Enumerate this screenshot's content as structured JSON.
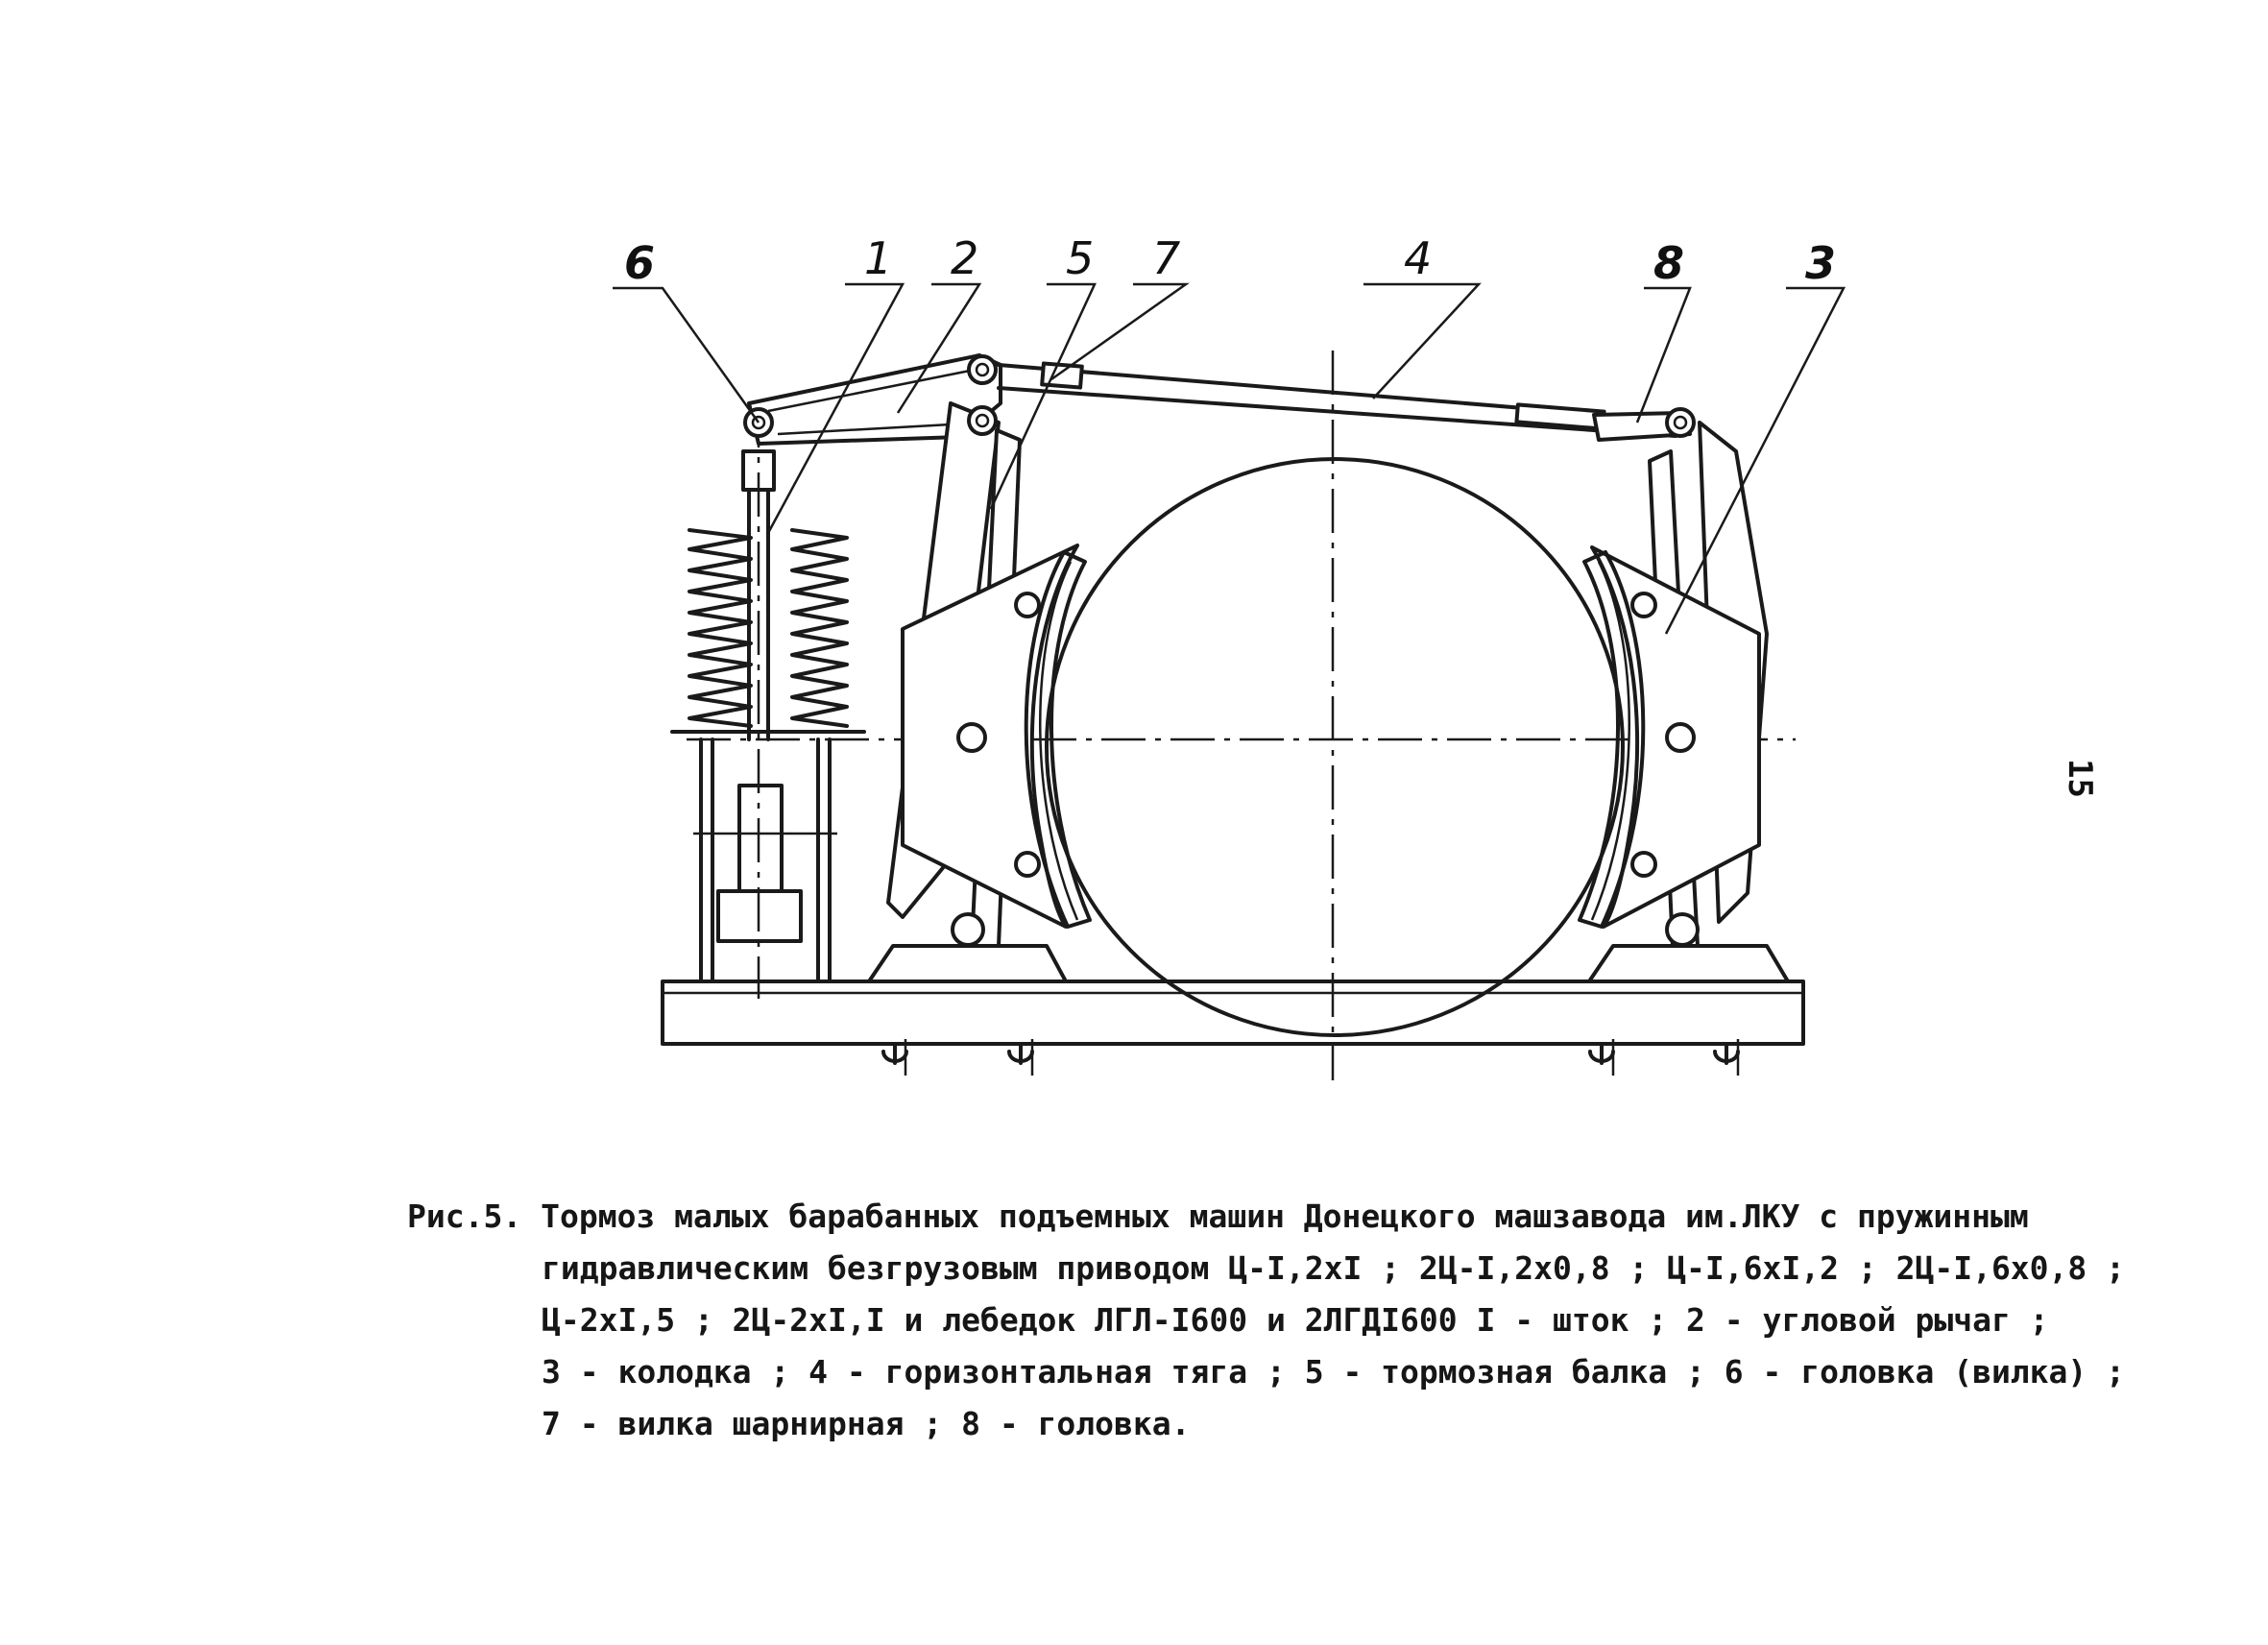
{
  "page_number": "15",
  "callouts": [
    "6",
    "1",
    "2",
    "5",
    "7",
    "4",
    "8",
    "3"
  ],
  "caption": {
    "prefix": "Рис.5.",
    "line1": "Тормоз малых барабанных подъемных машин Донецкого машзавода им.ЛКУ с пружинным",
    "line2": "гидравлическим безгрузовым приводом Ц-I,2xI ;  2Ц-I,2x0,8 ; Ц-I,6xI,2 ; 2Ц-I,6x0,8 ;",
    "line3": "Ц-2xI,5 ; 2Ц-2xI,I и лебедок ЛГЛ-I600 и 2ЛГДI600 I - шток ; 2 - угловой рычаг ;",
    "line4": "3 - колодка ; 4 - горизонтальная тяга ; 5 - тормозная балка ; 6 - головка (вилка) ;",
    "line5": "7 - вилка шарнирная ; 8 - головка."
  }
}
